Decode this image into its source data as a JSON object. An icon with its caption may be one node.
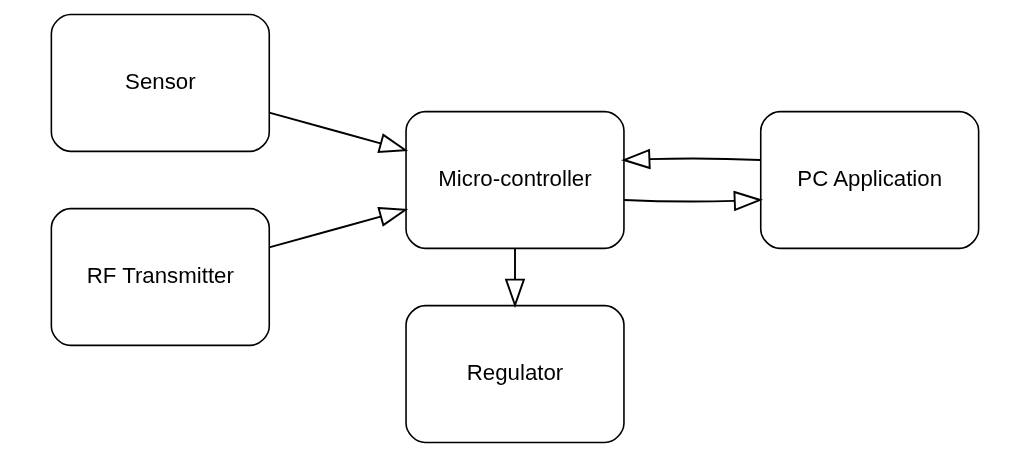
{
  "diagram": {
    "nodes": [
      {
        "text": [
          "Sensor"
        ]
      },
      {
        "text": [
          "RF Transmitter"
        ]
      },
      {
        "text": [
          "Micro-controller"
        ]
      },
      {
        "text": [
          "PC Application"
        ]
      },
      {
        "text": [
          "Regulator"
        ]
      }
    ],
    "edges": [
      {
        "from": 0,
        "to": 2,
        "arrow": "to"
      },
      {
        "from": 1,
        "to": 2,
        "arrow": "to"
      },
      {
        "from": 3,
        "to": 2,
        "arrow": "to"
      },
      {
        "from": 2,
        "to": 3,
        "arrow": "to"
      },
      {
        "from": 2,
        "to": 4,
        "arrow": "to"
      }
    ]
  }
}
